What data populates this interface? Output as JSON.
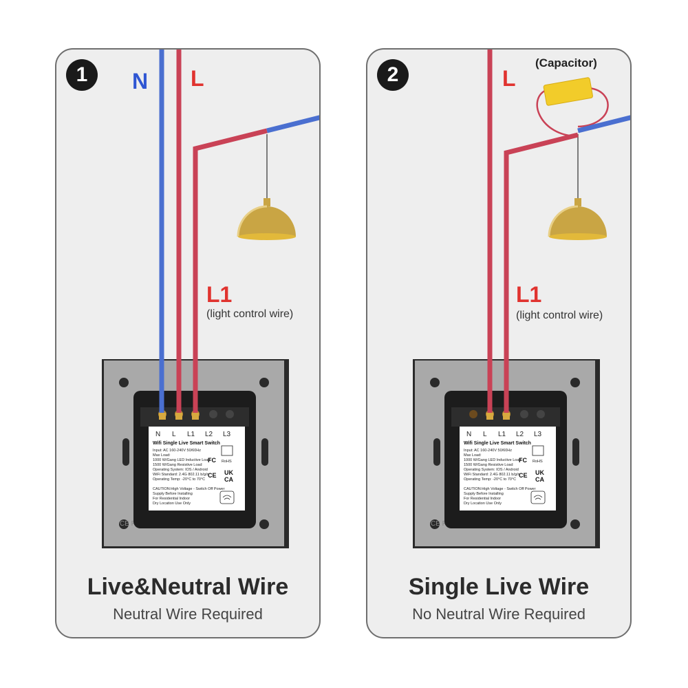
{
  "panels": [
    {
      "number": "1",
      "wire_labels": {
        "neutral": "N",
        "live": "L",
        "load": "L1"
      },
      "load_note": "(light control wire)",
      "title": "Live&Neutral Wire",
      "subtitle": "Neutral Wire Required"
    },
    {
      "number": "2",
      "wire_labels": {
        "live": "L",
        "load": "L1"
      },
      "load_note": "(light control wire)",
      "capacitor_label": "(Capacitor)",
      "title": "Single Live Wire",
      "subtitle": "No Neutral Wire Required"
    }
  ],
  "switch_label": {
    "terminals": [
      "N",
      "L",
      "L1",
      "L2",
      "L3"
    ],
    "product": "Wifi Single Live Smart Switch",
    "specs": [
      "Input: AC 160-240V 50/60Hz",
      "Max Load:",
      "1000 W/Gang LED Inductive Load",
      "1500 W/Gang Resistive Load",
      "Operating System: IOS / Android",
      "WiFi Standard: 2.4G 802.11 b/g/n",
      "Operating Temp: -20°C to 70°C"
    ],
    "caution": [
      "CAUTION:High Voltage - Switch Off  Power",
      "Supply Before Installing",
      "For Residential Indoor",
      "Dry Location Use Only"
    ],
    "marks": [
      "FC",
      "RoHS",
      "CE",
      "UK",
      "CA"
    ],
    "frame_mark": "CE RoHS"
  },
  "colors": {
    "neutral_wire": "#4a6fd0",
    "live_wire": "#c94256",
    "label_red": "#e0332f",
    "label_blue": "#2f56d3",
    "capacitor": "#f2cc2a"
  }
}
